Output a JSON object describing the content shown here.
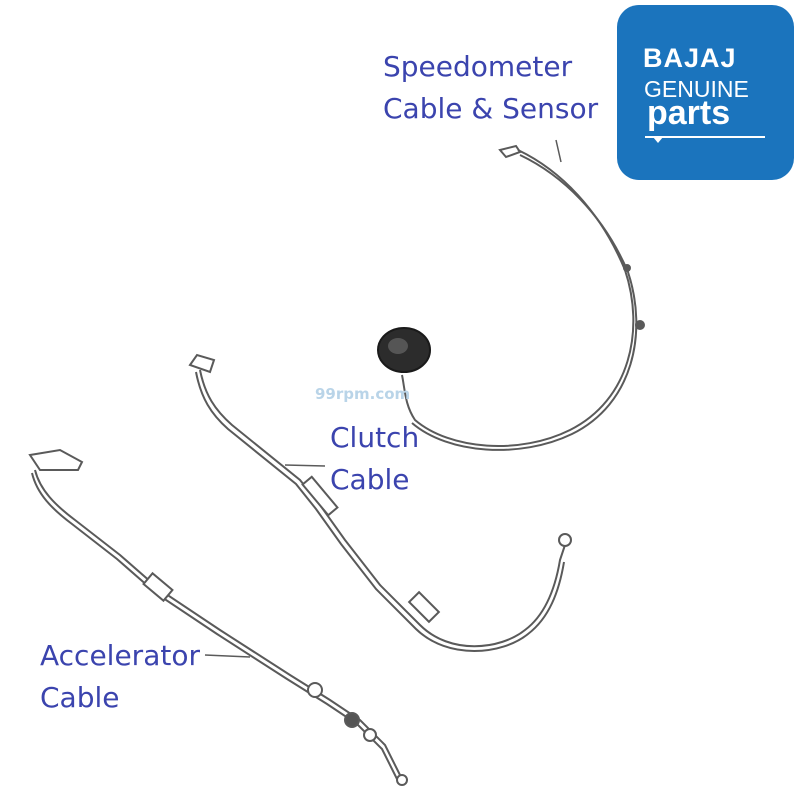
{
  "labels": {
    "speedometer": [
      "Speedometer",
      "Cable & Sensor"
    ],
    "clutch": [
      "Clutch",
      "Cable"
    ],
    "accelerator": [
      "Accelerator",
      "Cable"
    ]
  },
  "badge": {
    "brand": "BAJAJ",
    "line1": "GENUINE",
    "line2": "parts",
    "color": "#1b74bd"
  },
  "watermark": "99rpm.com",
  "colors": {
    "label_text": "#3b44ae",
    "line_drawing": "#555555"
  }
}
